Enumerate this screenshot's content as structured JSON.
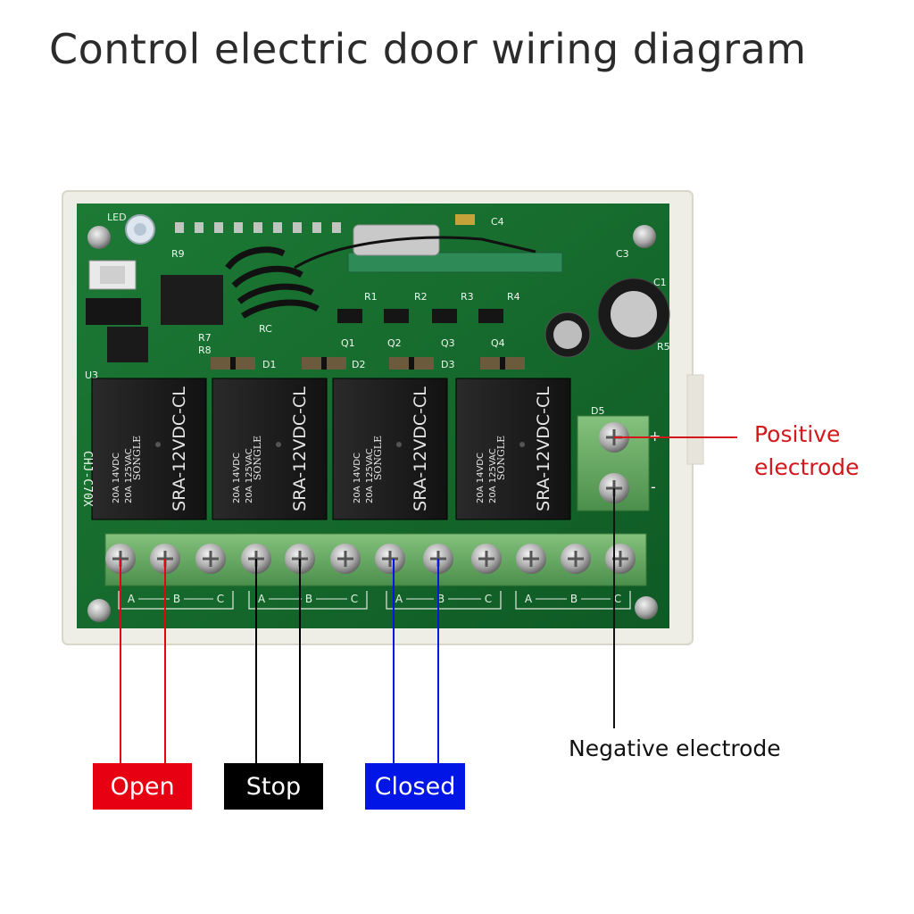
{
  "title": "Control electric door wiring diagram",
  "colors": {
    "open": "#e60012",
    "stop": "#000000",
    "closed": "#0015e6",
    "positive": "#d3171b",
    "pcb": "#1f7a34",
    "terminal": "#6fb56b",
    "relay": "#1a1a1a"
  },
  "board": {
    "silkscreen": {
      "led": "LED",
      "r9": "R9",
      "r8": "R8",
      "r7": "R7",
      "rc": "RC",
      "u3": "U3",
      "c4": "C4",
      "c3": "C3",
      "c1": "C1",
      "r1": "R1",
      "r2": "R2",
      "r3": "R3",
      "r4": "R4",
      "r5": "R5",
      "q1": "Q1",
      "q2": "Q2",
      "q3": "Q3",
      "q4": "Q4",
      "d1": "D1",
      "d2": "D2",
      "d3": "D3",
      "d5": "D5",
      "plus": "+",
      "minus": "-",
      "model": "CHJ-C70X"
    },
    "relays": [
      {
        "brand": "SONGLE",
        "model": "SRA-12VDC-CL",
        "rating_dc": "20A 14VDC",
        "rating_ac": "20A 125VAC"
      },
      {
        "brand": "SONGLE",
        "model": "SRA-12VDC-CL",
        "rating_dc": "20A 14VDC",
        "rating_ac": "20A 125VAC"
      },
      {
        "brand": "SONGLE",
        "model": "SRA-12VDC-CL",
        "rating_dc": "20A 14VDC",
        "rating_ac": "20A 125VAC"
      },
      {
        "brand": "SONGLE",
        "model": "SRA-12VDC-CL",
        "rating_dc": "20A 14VDC",
        "rating_ac": "20A 125VAC"
      }
    ],
    "terminal_groups": [
      {
        "pins": [
          "A",
          "B",
          "C"
        ]
      },
      {
        "pins": [
          "A",
          "B",
          "C"
        ]
      },
      {
        "pins": [
          "A",
          "B",
          "C"
        ]
      },
      {
        "pins": [
          "A",
          "B",
          "C"
        ]
      }
    ]
  },
  "callouts": {
    "positive": "Positive\nelectrode",
    "negative": "Negative electrode"
  },
  "buttons": {
    "open": "Open",
    "stop": "Stop",
    "closed": "Closed"
  }
}
